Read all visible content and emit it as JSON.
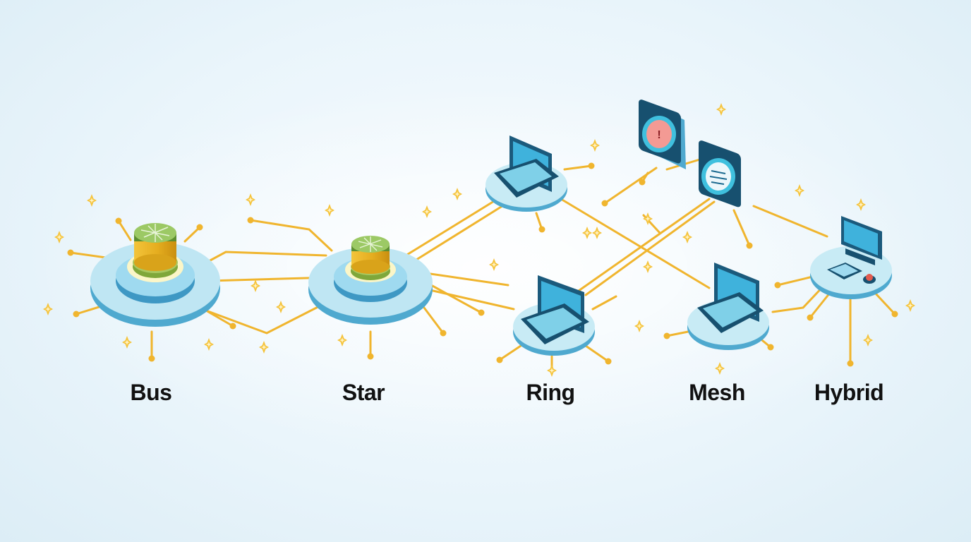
{
  "colors": {
    "link": "#f0b52e",
    "platform_top": "#bfe6f3",
    "platform_side": "#4fa9cf",
    "hub_gold": "#e8b52a",
    "hub_green": "#8fbf5a",
    "screen": "#3fb2dc",
    "monitor_frame": "#17506f",
    "alert_red": "#f39a94"
  },
  "topologies": [
    {
      "id": "bus",
      "label": "Bus",
      "icon": "server-hub-icon"
    },
    {
      "id": "star",
      "label": "Star",
      "icon": "server-hub-icon"
    },
    {
      "id": "ring",
      "label": "Ring",
      "icon": "laptop-icon"
    },
    {
      "id": "mesh",
      "label": "Mesh",
      "icon": "laptop-icon"
    },
    {
      "id": "hybrid",
      "label": "Hybrid",
      "icon": "desktop-computer-icon"
    }
  ]
}
